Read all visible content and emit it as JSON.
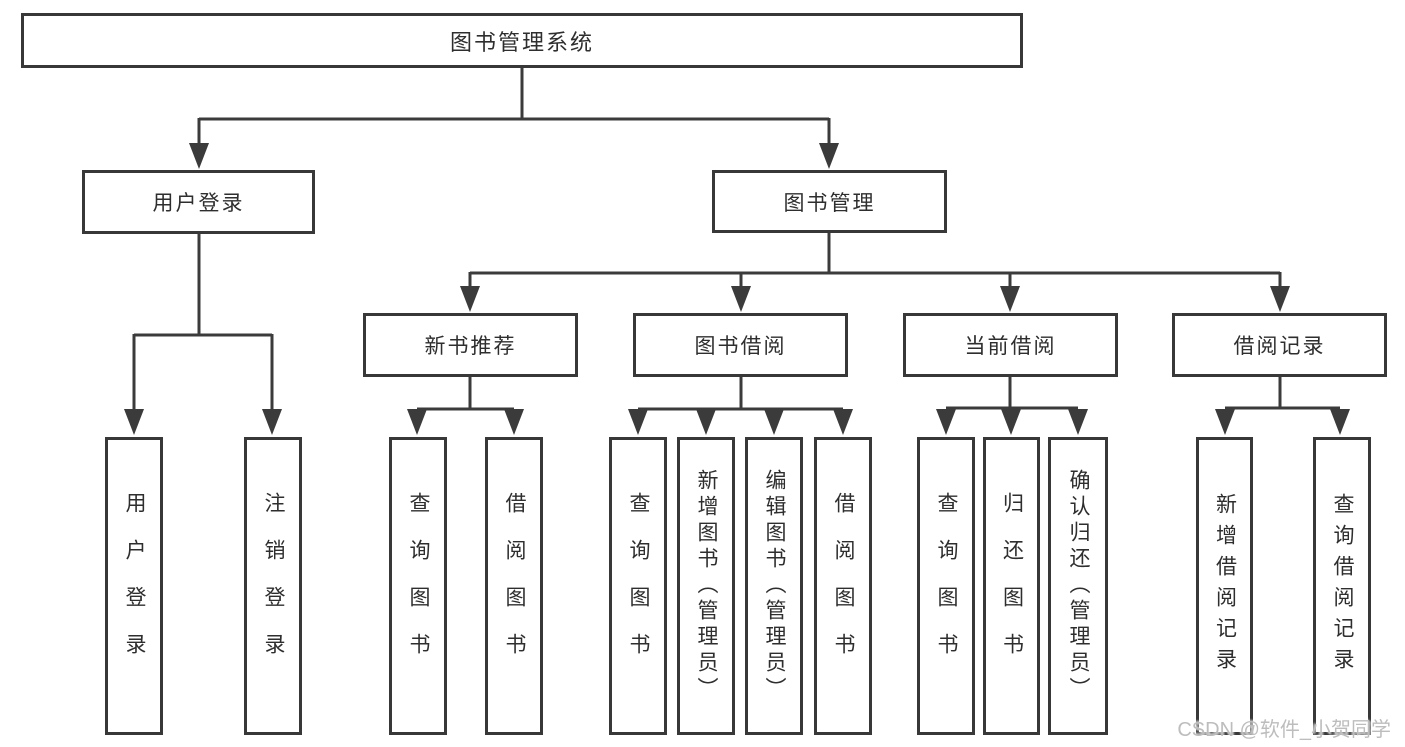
{
  "page": {
    "background": "#ffffff",
    "watermark": "CSDN @软件_小贺同学"
  },
  "colors": {
    "line": "#3b3b3b",
    "box_border": "#383838",
    "text": "#2e2e2e",
    "watermark": "#bdbdbd"
  },
  "tree": {
    "root": {
      "label": "图书管理系统"
    },
    "level2": [
      {
        "label": "用户登录"
      },
      {
        "label": "图书管理"
      }
    ],
    "level3": [
      {
        "label": "新书推荐",
        "parent": "图书管理"
      },
      {
        "label": "图书借阅",
        "parent": "图书管理"
      },
      {
        "label": "当前借阅",
        "parent": "图书管理"
      },
      {
        "label": "借阅记录",
        "parent": "图书管理"
      }
    ],
    "groups": [
      {
        "parent": "用户登录",
        "children": [
          {
            "label": "用户登录"
          },
          {
            "label": "注销登录"
          }
        ]
      },
      {
        "parent": "新书推荐",
        "children": [
          {
            "label": "查询图书"
          },
          {
            "label": "借阅图书"
          }
        ]
      },
      {
        "parent": "图书借阅",
        "children": [
          {
            "label": "查询图书"
          },
          {
            "label": "新增图书（管理员）"
          },
          {
            "label": "编辑图书（管理员）"
          },
          {
            "label": "借阅图书"
          }
        ]
      },
      {
        "parent": "当前借阅",
        "children": [
          {
            "label": "查询图书"
          },
          {
            "label": "归还图书"
          },
          {
            "label": "确认归还（管理员）"
          }
        ]
      },
      {
        "parent": "借阅记录",
        "children": [
          {
            "label": "新增借阅记录"
          },
          {
            "label": "查询借阅记录"
          }
        ]
      }
    ]
  }
}
